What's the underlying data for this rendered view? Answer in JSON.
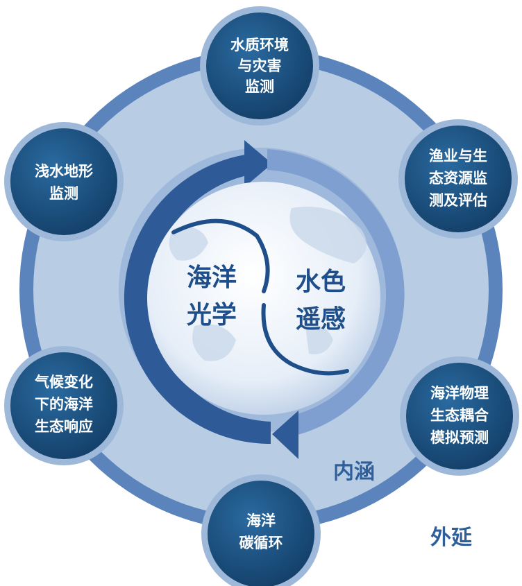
{
  "core": {
    "left_lines": [
      "海洋",
      "光学"
    ],
    "right_lines": [
      "水色",
      "遥感"
    ]
  },
  "labels": {
    "inner": "内涵",
    "outer": "外延"
  },
  "nodes": [
    {
      "lines": [
        "水质环境",
        "与灾害",
        "监测"
      ]
    },
    {
      "lines": [
        "渔业与生",
        "态资源监",
        "测及评估"
      ]
    },
    {
      "lines": [
        "海洋物理",
        "生态耦合",
        "模拟预测"
      ]
    },
    {
      "lines": [
        "海洋",
        "碳循环"
      ]
    },
    {
      "lines": [
        "气候变化",
        "下的海洋",
        "生态响应"
      ]
    },
    {
      "lines": [
        "浅水地形",
        "监测"
      ]
    }
  ],
  "colors": {
    "outer_ring": "#5b84bd",
    "outer_ring_inner": "#b8cde4",
    "middle_band": "#aac2df",
    "cycle_arrow_dark": "#2e5b97",
    "cycle_arrow_light": "#7e9fcf",
    "globe": "#e9f0f8",
    "node_fill": "#1f5486",
    "node_border": "#9db8d8",
    "core_text": "#1f4f8a",
    "label_text": "#2f5f9a"
  }
}
